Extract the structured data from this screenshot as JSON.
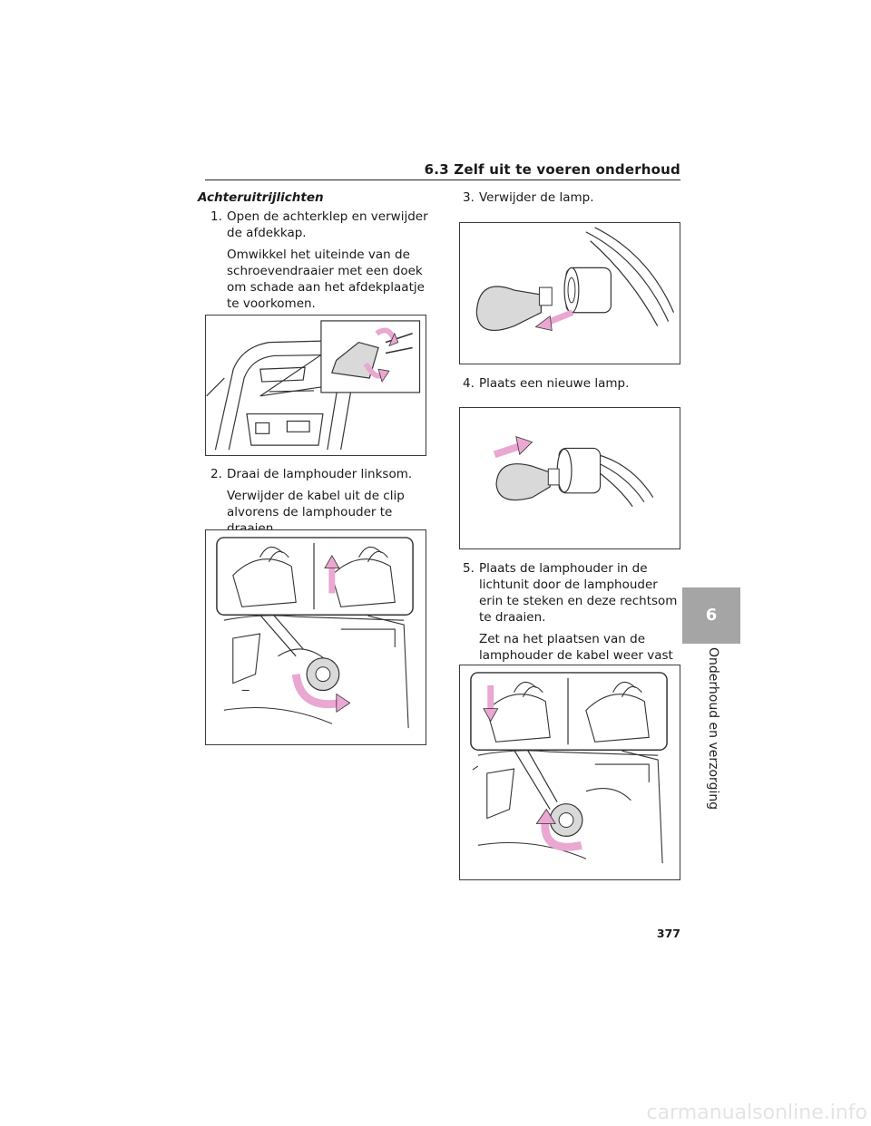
{
  "header": {
    "section_title": "6.3 Zelf uit te voeren onderhoud"
  },
  "left_column": {
    "heading": "Achteruitrijlichten",
    "steps": [
      {
        "number": "1.",
        "text": "Open de achterklep en verwijder de afdekkap.",
        "note": "Omwikkel het uiteinde van de schroevendraaier met een doek om schade aan het afdekplaatje te voorkomen."
      },
      {
        "number": "2.",
        "text": "Draai de lamphouder linksom.",
        "note": "Verwijder de kabel uit de clip alvorens de lamphouder te draaien."
      }
    ]
  },
  "right_column": {
    "steps": [
      {
        "number": "3.",
        "text": "Verwijder de lamp."
      },
      {
        "number": "4.",
        "text": "Plaats een nieuwe lamp."
      },
      {
        "number": "5.",
        "text": "Plaats de lamphouder in de lichtunit door de lamphouder erin te steken en deze rechtsom te draaien.",
        "note": "Zet na het plaatsen van de lamphouder de kabel weer vast in de clip."
      }
    ]
  },
  "chapter": {
    "number": "6",
    "title": "Onderhoud en verzorging"
  },
  "page_number": "377",
  "watermark": "carmanualsonline.info",
  "colors": {
    "arrow_pink": "#e9a7d2",
    "tab_gray": "#a5a5a5"
  }
}
